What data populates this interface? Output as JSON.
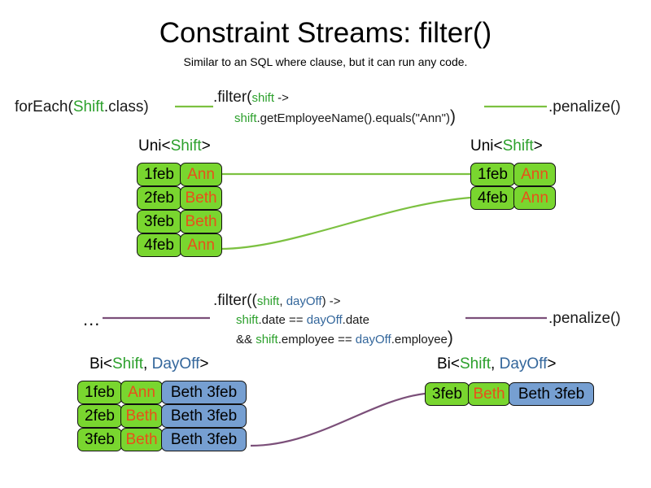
{
  "header": {
    "title": "Constraint Streams: filter()",
    "subtitle": "Similar to an SQL where clause, but it can run any code."
  },
  "colors": {
    "shift_green": "#2ca02c",
    "dayoff_blue": "#33669b",
    "card_green": "#79d62f",
    "card_blue": "#769fd1",
    "name_orange": "#e8501a",
    "wire_green": "#7cc141",
    "wire_purple": "#7b4f79",
    "text_black": "#1a1a1a"
  },
  "uni_section": {
    "source_label": {
      "prefix": "forEach(",
      "type": "Shift",
      "suffix": ".class)"
    },
    "filter": {
      "line1_prefix": ".filter(",
      "line1_param": "shift",
      "line1_suffix": " ->",
      "line2_var": "shift",
      "line2_rest": ".getEmployeeName().equals(\"Ann\")",
      "line2_close": ")"
    },
    "penalize_label": ".penalize()",
    "input_type": {
      "prefix": "Uni<",
      "a": "Shift",
      "suffix": ">"
    },
    "output_type": {
      "prefix": "Uni<",
      "a": "Shift",
      "suffix": ">"
    },
    "input_rows": [
      {
        "date": "1feb",
        "employee": "Ann"
      },
      {
        "date": "2feb",
        "employee": "Beth"
      },
      {
        "date": "3feb",
        "employee": "Beth"
      },
      {
        "date": "4feb",
        "employee": "Ann"
      }
    ],
    "output_rows": [
      {
        "date": "1feb",
        "employee": "Ann"
      },
      {
        "date": "4feb",
        "employee": "Ann"
      }
    ]
  },
  "bi_section": {
    "source_label": "...",
    "filter": {
      "line1_prefix": ".filter((",
      "line1_param1": "shift",
      "line1_comma": ", ",
      "line1_param2": "dayOff",
      "line1_suffix": ") ->",
      "line2_var1": "shift",
      "line2_mid": ".date == ",
      "line2_var2": "dayOff",
      "line2_end": ".date",
      "line3_and": "&& ",
      "line3_var1": "shift",
      "line3_mid": ".employee == ",
      "line3_var2": "dayOff",
      "line3_end": ".employee",
      "line3_close": ")"
    },
    "penalize_label": ".penalize()",
    "input_type": {
      "prefix": "Bi<",
      "a": "Shift",
      "comma": ", ",
      "b": "DayOff",
      "suffix": ">"
    },
    "output_type": {
      "prefix": "Bi<",
      "a": "Shift",
      "comma": ", ",
      "b": "DayOff",
      "suffix": ">"
    },
    "input_rows": [
      {
        "date": "1feb",
        "employee": "Ann",
        "dayoff": "Beth 3feb"
      },
      {
        "date": "2feb",
        "employee": "Beth",
        "dayoff": "Beth 3feb"
      },
      {
        "date": "3feb",
        "employee": "Beth",
        "dayoff": "Beth 3feb"
      }
    ],
    "output_rows": [
      {
        "date": "3feb",
        "employee": "Beth",
        "dayoff": "Beth 3feb"
      }
    ]
  }
}
